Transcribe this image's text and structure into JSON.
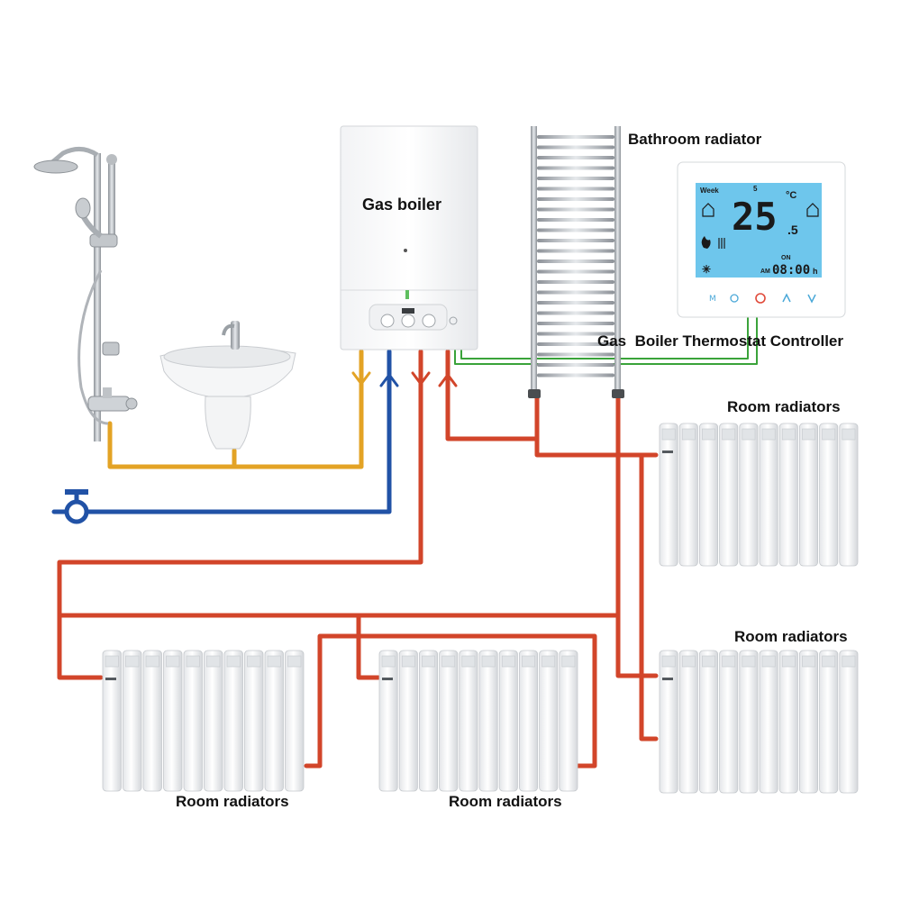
{
  "labels": {
    "gas_boiler": "Gas boiler",
    "bathroom_radiator": "Bathroom radiator",
    "thermostat": "Gas  Boiler Thermostat Controller",
    "room_radiators_right_top": "Room radiators",
    "room_radiators_right_bottom": "Room radiators",
    "room_radiators_bottom_left": "Room radiators",
    "room_radiators_bottom_middle": "Room radiators"
  },
  "thermostat_display": {
    "week": "Week",
    "day_digit": "5",
    "temperature": "25",
    "temperature_decimal": ".5",
    "unit": "°C",
    "on_label": "ON",
    "am": "AM",
    "time": "08:00",
    "time_suffix": "h"
  },
  "colors": {
    "hot_water": "#e3a325",
    "cold_water": "#2152a6",
    "heating": "#d2452a",
    "control_wire": "#3aa33a",
    "display_bg": "#6ec6ec"
  },
  "icons": [
    "shower-icon",
    "sink-icon",
    "boiler-icon",
    "towel-radiator-icon",
    "thermostat-icon",
    "valve-icon",
    "radiator-icon"
  ]
}
